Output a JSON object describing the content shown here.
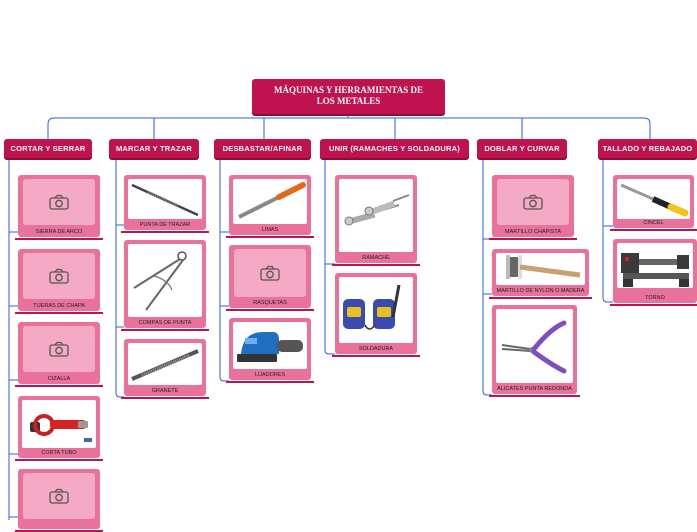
{
  "root": {
    "title_line1": "MÁQUINAS Y HERRAMIENTAS DE",
    "title_line2": "LOS METALES"
  },
  "categories": [
    {
      "label": "CORTAR Y SERRAR",
      "items": [
        "SIERRA DE ARCO",
        "TIJERAS DE CHAPA",
        "CIZALLA",
        "CORTA TUBO",
        ""
      ]
    },
    {
      "label": "MARCAR Y TRAZAR",
      "items": [
        "PUNTA DE TRAZAR",
        "COMPÁS DE PUNTA",
        "GRANETE"
      ]
    },
    {
      "label": "DESBASTAR/AFINAR",
      "items": [
        "LIMAS",
        "RASQUETAS",
        "LIJADORES"
      ]
    },
    {
      "label": "UNIR (RAMACHES Y SOLDADURA)",
      "items": [
        "RAMACHE",
        "SOLDADURA"
      ]
    },
    {
      "label": "DOBLAR Y CURVAR",
      "items": [
        "MARTILLO CHAPISTA",
        "MARTILLO DE NYLON O MADERA",
        "ALICATES PUNTA REDONDA"
      ]
    },
    {
      "label": "TALLADO Y REBAJADO",
      "items": [
        "CINCEL",
        "TORNO"
      ]
    }
  ],
  "icons": {
    "placeholder": "camera-icon"
  },
  "colors": {
    "header": "#c0124f",
    "card": "#e9719c",
    "placeholder": "#f4a9c4",
    "connector": "#2962d4"
  }
}
